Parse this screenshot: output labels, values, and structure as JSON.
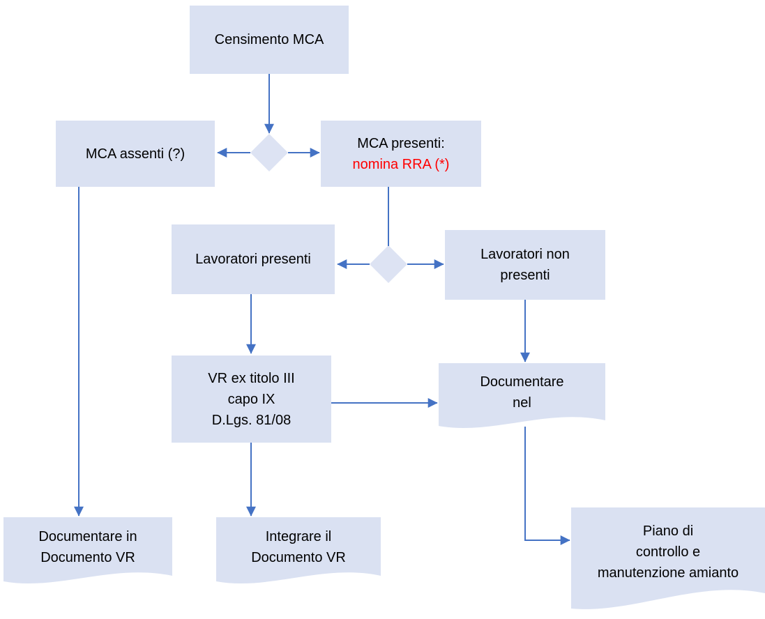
{
  "colors": {
    "background": "#ffffff",
    "node_fill": "#dae1f2",
    "diamond_fill": "#dde3f3",
    "connector": "#4472c4",
    "text": "#000000",
    "alert_text": "#ff0000"
  },
  "flowchart": {
    "nodes": {
      "censimento": {
        "type": "process",
        "label": "Censimento MCA"
      },
      "mca_assenti": {
        "type": "process",
        "label": "MCA assenti (?)"
      },
      "mca_presenti": {
        "type": "process",
        "lines": [
          "MCA presenti:",
          "nomina RRA (*)"
        ],
        "line2_color": "#ff0000"
      },
      "lavoratori_presenti": {
        "type": "process",
        "label": "Lavoratori presenti"
      },
      "lavoratori_non_presenti": {
        "type": "process",
        "lines": [
          "Lavoratori non",
          "presenti"
        ]
      },
      "vr_ex_titolo": {
        "type": "process",
        "lines": [
          "VR ex titolo III",
          "capo IX",
          "D.Lgs. 81/08"
        ]
      },
      "documentare_nel": {
        "type": "document",
        "lines": [
          "Documentare",
          "nel"
        ]
      },
      "documentare_in_documento_vr": {
        "type": "document",
        "lines": [
          "Documentare in",
          "Documento VR"
        ]
      },
      "integrare_il_documento_vr": {
        "type": "document",
        "lines": [
          "Integrare il",
          "Documento VR"
        ]
      },
      "piano_controllo_manutenzione": {
        "type": "document",
        "lines": [
          "Piano di",
          "controllo e",
          "manutenzione amianto"
        ]
      }
    },
    "decisions": [
      {
        "id": "decision_mca",
        "between": [
          "mca_assenti",
          "mca_presenti"
        ],
        "from": "censimento"
      },
      {
        "id": "decision_lavoratori",
        "between": [
          "lavoratori_presenti",
          "lavoratori_non_presenti"
        ],
        "from": "mca_presenti"
      }
    ],
    "edges": [
      {
        "from": "censimento",
        "to": "decision_mca",
        "arrow": true
      },
      {
        "from": "decision_mca",
        "to": "mca_assenti",
        "arrow": true
      },
      {
        "from": "decision_mca",
        "to": "mca_presenti",
        "arrow": true
      },
      {
        "from": "mca_presenti",
        "to": "decision_lavoratori",
        "arrow": false
      },
      {
        "from": "decision_lavoratori",
        "to": "lavoratori_presenti",
        "arrow": true
      },
      {
        "from": "decision_lavoratori",
        "to": "lavoratori_non_presenti",
        "arrow": true
      },
      {
        "from": "lavoratori_presenti",
        "to": "vr_ex_titolo",
        "arrow": true
      },
      {
        "from": "vr_ex_titolo",
        "to": "documentare_nel",
        "arrow": true
      },
      {
        "from": "lavoratori_non_presenti",
        "to": "documentare_nel",
        "arrow": true
      },
      {
        "from": "documentare_nel",
        "to": "piano_controllo_manutenzione",
        "arrow": true
      },
      {
        "from": "mca_assenti",
        "to": "documentare_in_documento_vr",
        "arrow": true
      },
      {
        "from": "vr_ex_titolo",
        "to": "integrare_il_documento_vr",
        "arrow": true
      }
    ]
  }
}
